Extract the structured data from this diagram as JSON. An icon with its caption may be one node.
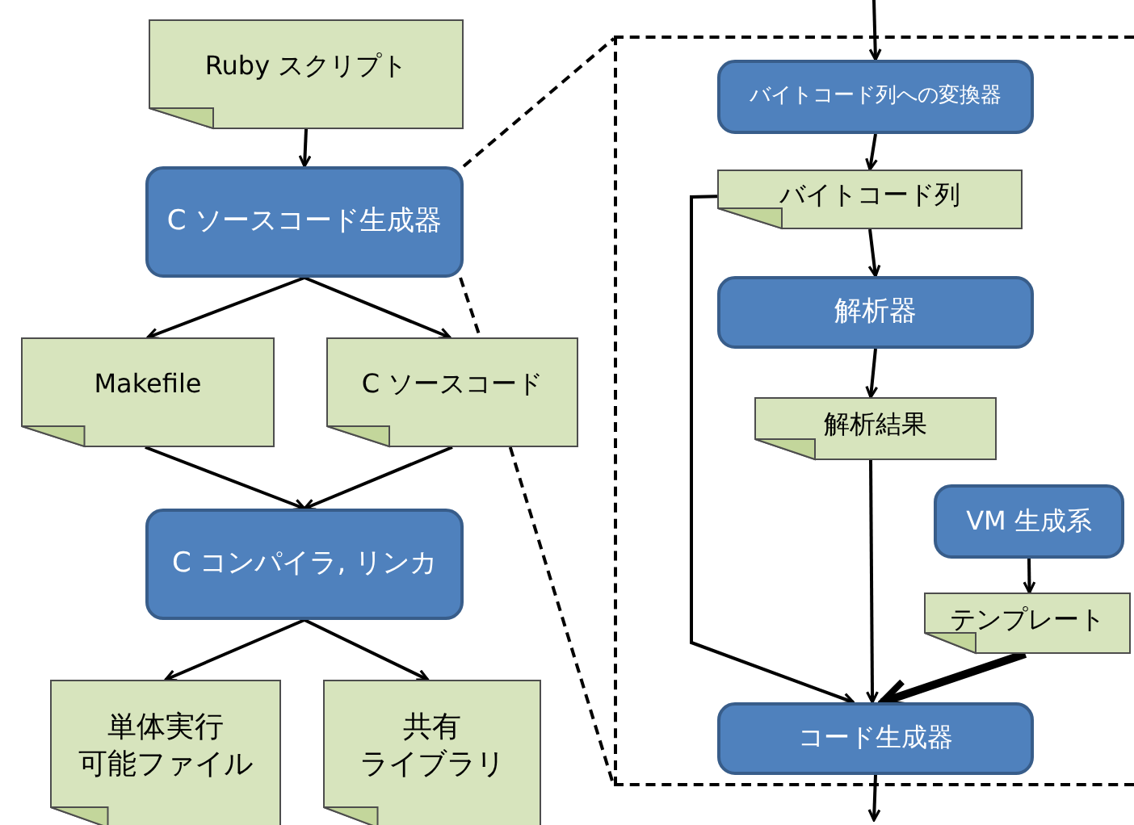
{
  "diagram": {
    "nodes": [
      {
        "text": [
          "Ruby スクリプト"
        ]
      },
      {
        "text": [
          "C ソースコード生成器"
        ]
      },
      {
        "text": [
          "Makefile"
        ]
      },
      {
        "text": [
          "C ソースコード"
        ]
      },
      {
        "text": [
          "C コンパイラ, リンカ"
        ]
      },
      {
        "text": [
          "単体実行可能ファイル"
        ]
      },
      {
        "text": [
          "共有ライブラリ"
        ]
      },
      {
        "text": [],
        "shape": "box"
      },
      {
        "text": [
          "バイトコード列への変換器"
        ],
        "in": 7
      },
      {
        "text": [
          "バイトコード列"
        ],
        "in": 7
      },
      {
        "text": [
          "解析器"
        ],
        "in": 7
      },
      {
        "text": [
          "解析結果"
        ],
        "in": 7
      },
      {
        "text": [
          "VM 生成系"
        ],
        "in": 7
      },
      {
        "text": [
          "テンプレート"
        ],
        "in": 7
      },
      {
        "text": [
          "コード生成器"
        ],
        "in": 7
      }
    ],
    "edges": [
      {
        "from": 0,
        "to": 1,
        "arrow": "to"
      },
      {
        "from": 1,
        "to": 2,
        "arrow": "to"
      },
      {
        "from": 1,
        "to": 3,
        "arrow": "to"
      },
      {
        "from": 2,
        "to": 4,
        "arrow": "to"
      },
      {
        "from": 3,
        "to": 4,
        "arrow": "to"
      },
      {
        "from": 4,
        "to": 5,
        "arrow": "to"
      },
      {
        "from": 4,
        "to": 6,
        "arrow": "to"
      },
      {
        "from": null,
        "to": 8,
        "arrow": "to"
      },
      {
        "from": 8,
        "to": 9,
        "arrow": "to"
      },
      {
        "from": 9,
        "to": 10,
        "arrow": "to"
      },
      {
        "from": 10,
        "to": 11,
        "arrow": "to"
      },
      {
        "from": 9,
        "to": 14,
        "arrow": "to"
      },
      {
        "from": 11,
        "to": 14,
        "arrow": "to"
      },
      {
        "from": 12,
        "to": 13,
        "arrow": "to"
      },
      {
        "from": 13,
        "to": 14,
        "arrow": "to",
        "style": "thick"
      },
      {
        "from": 14,
        "to": null,
        "arrow": "to"
      },
      {
        "from": 1,
        "to": 7,
        "arrow": "none",
        "style": "dashed"
      },
      {
        "from": 1,
        "to": 3,
        "arrow": "none",
        "style": "dashed"
      },
      {
        "from": 3,
        "to": 7,
        "arrow": "none",
        "style": "dashed"
      }
    ]
  }
}
